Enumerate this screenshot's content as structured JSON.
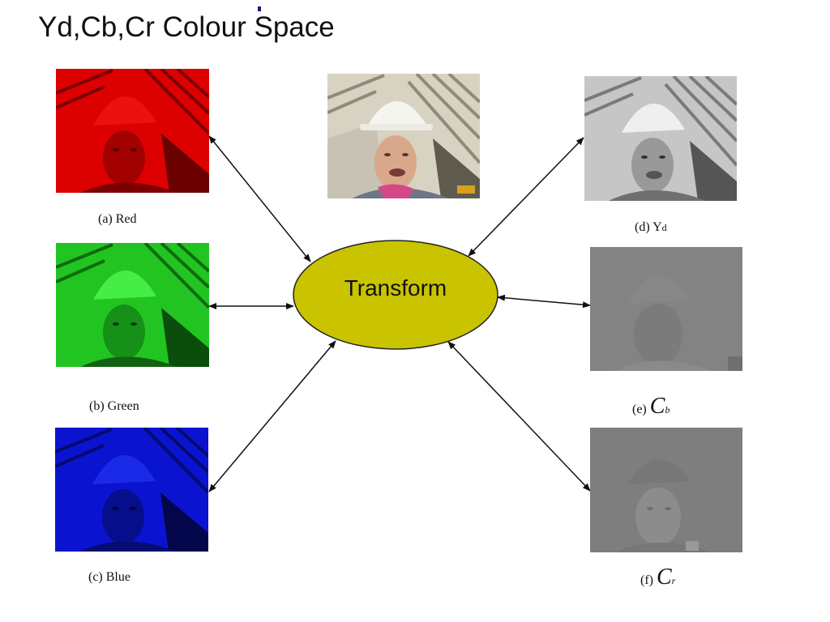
{
  "title": "Yd,Cb,Cr Colour Space",
  "center_node": {
    "label": "Transform",
    "fill": "#c9c300"
  },
  "panels": {
    "original": {
      "caption": ""
    },
    "red": {
      "caption": "(a) Red",
      "tint": "#e00000"
    },
    "green": {
      "caption": "(b) Green",
      "tint": "#22cc22"
    },
    "blue": {
      "caption": "(c) Blue",
      "tint": "#0a14d8"
    },
    "yd": {
      "caption_prefix": "(d) Y",
      "caption_sub": "d"
    },
    "cb": {
      "caption_prefix": "(e) ",
      "caption_big": "C",
      "caption_sub": "b"
    },
    "cr": {
      "caption_prefix": "(f) ",
      "caption_big": "C",
      "caption_sub": "r"
    }
  },
  "colors": {
    "arrow": "#111111",
    "gray_panel": "#808080"
  }
}
